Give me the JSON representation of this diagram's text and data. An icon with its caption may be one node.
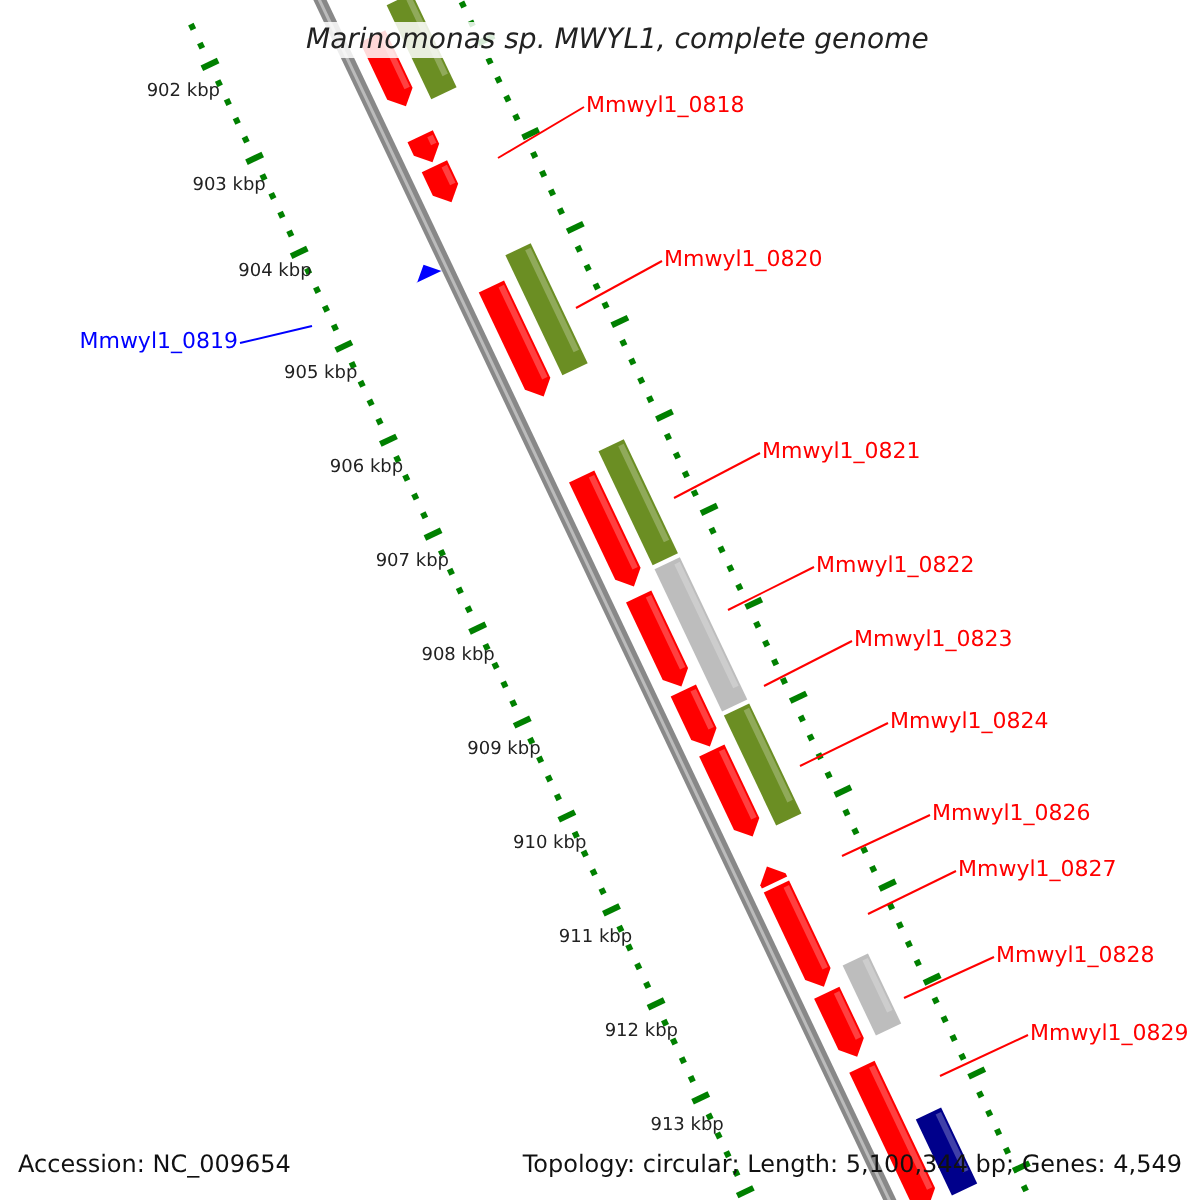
{
  "diagram": {
    "title": "Marinomonas sp. MWYL1, complete genome",
    "nodes": [
      {
        "text": [
          "Mmwyl1_0818"
        ]
      },
      {
        "text": [
          "Mmwyl1_0820"
        ]
      },
      {
        "text": [
          "Mmwyl1_0819"
        ]
      },
      {
        "text": [
          "Mmwyl1_0821"
        ]
      },
      {
        "text": [
          "Mmwyl1_0822"
        ]
      },
      {
        "text": [
          "Mmwyl1_0823"
        ]
      },
      {
        "text": [
          "Mmwyl1_0824"
        ]
      },
      {
        "text": [
          "Mmwyl1_0826"
        ]
      },
      {
        "text": [
          "Mmwyl1_0827"
        ]
      },
      {
        "text": [
          "Mmwyl1_0828"
        ]
      },
      {
        "text": [
          "Mmwyl1_0829"
        ]
      }
    ],
    "edges": [
      {
        "from": 0,
        "to": null,
        "arrow": "none"
      },
      {
        "from": 1,
        "to": null,
        "arrow": "none"
      },
      {
        "from": 2,
        "to": null,
        "arrow": "none",
        "color": "#0000ff"
      },
      {
        "from": 3,
        "to": null,
        "arrow": "none"
      },
      {
        "from": 4,
        "to": null,
        "arrow": "none"
      },
      {
        "from": 5,
        "to": null,
        "arrow": "none"
      },
      {
        "from": 6,
        "to": null,
        "arrow": "none"
      },
      {
        "from": 7,
        "to": null,
        "arrow": "none"
      },
      {
        "from": 8,
        "to": null,
        "arrow": "none"
      },
      {
        "from": 9,
        "to": null,
        "arrow": "none"
      },
      {
        "from": 10,
        "to": null,
        "arrow": "none"
      }
    ],
    "labels": [
      "902 kbp",
      "903 kbp",
      "904 kbp",
      "905 kbp",
      "906 kbp",
      "907 kbp",
      "908 kbp",
      "909 kbp",
      "910 kbp",
      "911 kbp",
      "912 kbp",
      "913 kbp",
      "Accession: NC_009654",
      "Topology: circular; Length: 5,100,344 bp; Genes: 4,549"
    ]
  }
}
